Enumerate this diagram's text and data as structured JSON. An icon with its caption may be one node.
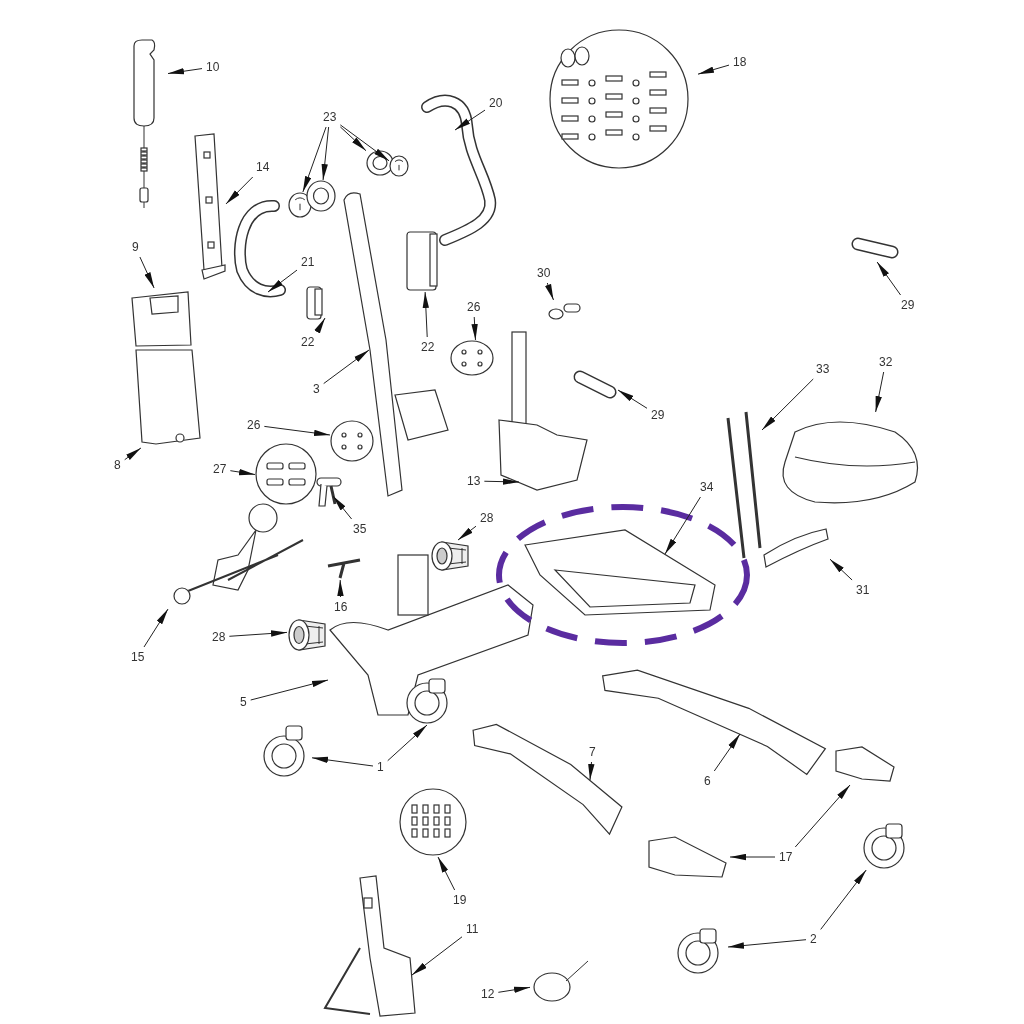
{
  "diagram": {
    "nodes": [
      {
        "text": [
          "10"
        ]
      },
      {
        "text": [],
        "shape": "picture"
      },
      {
        "text": [
          "18"
        ]
      },
      {
        "text": [],
        "shape": "picture"
      },
      {
        "text": [
          "23"
        ]
      },
      {
        "text": [],
        "shape": "picture"
      },
      {
        "text": [],
        "shape": "picture"
      },
      {
        "text": [],
        "shape": "picture"
      },
      {
        "text": [],
        "shape": "picture"
      },
      {
        "text": [
          "20"
        ]
      },
      {
        "text": [],
        "shape": "picture"
      },
      {
        "text": [
          "14"
        ]
      },
      {
        "text": [],
        "shape": "picture"
      },
      {
        "text": [
          "21"
        ]
      },
      {
        "text": [],
        "shape": "picture"
      },
      {
        "text": [
          "9"
        ]
      },
      {
        "text": [],
        "shape": "picture"
      },
      {
        "text": [
          "29"
        ]
      },
      {
        "text": [],
        "shape": "picture"
      },
      {
        "text": [
          "30"
        ]
      },
      {
        "text": [],
        "shape": "picture"
      },
      {
        "text": [
          "26"
        ]
      },
      {
        "text": [],
        "shape": "picture"
      },
      {
        "text": [
          "22"
        ]
      },
      {
        "text": [],
        "shape": "picture"
      },
      {
        "text": [
          "22"
        ]
      },
      {
        "text": [],
        "shape": "picture"
      },
      {
        "text": [
          "3"
        ]
      },
      {
        "text": [],
        "shape": "picture"
      },
      {
        "text": [
          "29"
        ]
      },
      {
        "text": [],
        "shape": "picture"
      },
      {
        "text": [
          "32"
        ]
      },
      {
        "text": [],
        "shape": "picture"
      },
      {
        "text": [
          "33"
        ]
      },
      {
        "text": [],
        "shape": "picture"
      },
      {
        "text": [
          "26"
        ]
      },
      {
        "text": [],
        "shape": "picture"
      },
      {
        "text": [
          "8"
        ]
      },
      {
        "text": [],
        "shape": "picture"
      },
      {
        "text": [
          "13"
        ]
      },
      {
        "text": [],
        "shape": "picture"
      },
      {
        "text": [
          "27"
        ]
      },
      {
        "text": [],
        "shape": "picture"
      },
      {
        "text": [
          "34"
        ]
      },
      {
        "text": [],
        "shape": "picture"
      },
      {
        "text": [
          "35"
        ]
      },
      {
        "text": [],
        "shape": "picture"
      },
      {
        "text": [
          "28"
        ]
      },
      {
        "text": [],
        "shape": "picture"
      },
      {
        "text": [
          "31"
        ]
      },
      {
        "text": [],
        "shape": "picture"
      },
      {
        "text": [
          "16"
        ]
      },
      {
        "text": [],
        "shape": "picture"
      },
      {
        "text": [
          "15"
        ]
      },
      {
        "text": [],
        "shape": "picture"
      },
      {
        "text": [
          "28"
        ]
      },
      {
        "text": [],
        "shape": "picture"
      },
      {
        "text": [
          "5"
        ]
      },
      {
        "text": [],
        "shape": "picture"
      },
      {
        "text": [
          "1"
        ]
      },
      {
        "text": [],
        "shape": "picture"
      },
      {
        "text": [],
        "shape": "picture"
      },
      {
        "text": [
          "6"
        ]
      },
      {
        "text": [],
        "shape": "picture"
      },
      {
        "text": [
          "7"
        ]
      },
      {
        "text": [],
        "shape": "picture"
      },
      {
        "text": [
          "17"
        ]
      },
      {
        "text": [],
        "shape": "picture"
      },
      {
        "text": [],
        "shape": "picture"
      },
      {
        "text": [
          "19"
        ]
      },
      {
        "text": [],
        "shape": "picture"
      },
      {
        "text": [
          "11"
        ]
      },
      {
        "text": [],
        "shape": "picture"
      },
      {
        "text": [
          "12"
        ]
      },
      {
        "text": [],
        "shape": "picture"
      },
      {
        "text": [
          "2"
        ]
      },
      {
        "text": [],
        "shape": "picture"
      },
      {
        "text": [],
        "shape": "picture"
      }
    ],
    "edges": [
      {
        "from": 0,
        "to": 1,
        "arrow": "to"
      },
      {
        "from": 2,
        "to": 3,
        "arrow": "to"
      },
      {
        "from": 4,
        "to": 5,
        "arrow": "to"
      },
      {
        "from": 4,
        "to": 6,
        "arrow": "to"
      },
      {
        "from": 4,
        "to": 7,
        "arrow": "to"
      },
      {
        "from": 4,
        "to": 8,
        "arrow": "to"
      },
      {
        "from": 9,
        "to": 10,
        "arrow": "to"
      },
      {
        "from": 11,
        "to": 12,
        "arrow": "to"
      },
      {
        "from": 13,
        "to": 14,
        "arrow": "to"
      },
      {
        "from": 15,
        "to": 16,
        "arrow": "to"
      },
      {
        "from": 17,
        "to": 18,
        "arrow": "to"
      },
      {
        "from": 19,
        "to": 20,
        "arrow": "to"
      },
      {
        "from": 21,
        "to": 22,
        "arrow": "to"
      },
      {
        "from": 23,
        "to": 24,
        "arrow": "to"
      },
      {
        "from": 25,
        "to": 26,
        "arrow": "to"
      },
      {
        "from": 27,
        "to": 28,
        "arrow": "to"
      },
      {
        "from": 29,
        "to": 30,
        "arrow": "to"
      },
      {
        "from": 31,
        "to": 32,
        "arrow": "to"
      },
      {
        "from": 33,
        "to": 34,
        "arrow": "to"
      },
      {
        "from": 35,
        "to": 36,
        "arrow": "to"
      },
      {
        "from": 37,
        "to": 38,
        "arrow": "to"
      },
      {
        "from": 39,
        "to": 40,
        "arrow": "to"
      },
      {
        "from": 41,
        "to": 42,
        "arrow": "to"
      },
      {
        "from": 43,
        "to": 44,
        "arrow": "to"
      },
      {
        "from": 45,
        "to": 46,
        "arrow": "to"
      },
      {
        "from": 47,
        "to": 48,
        "arrow": "to"
      },
      {
        "from": 49,
        "to": 50,
        "arrow": "to"
      },
      {
        "from": 51,
        "to": 52,
        "arrow": "to"
      },
      {
        "from": 53,
        "to": 54,
        "arrow": "to"
      },
      {
        "from": 55,
        "to": 56,
        "arrow": "to"
      },
      {
        "from": 57,
        "to": 58,
        "arrow": "to"
      },
      {
        "from": 59,
        "to": 60,
        "arrow": "to"
      },
      {
        "from": 59,
        "to": 61,
        "arrow": "to"
      },
      {
        "from": 62,
        "to": 63,
        "arrow": "to"
      },
      {
        "from": 64,
        "to": 65,
        "arrow": "to"
      },
      {
        "from": 66,
        "to": 67,
        "arrow": "to"
      },
      {
        "from": 66,
        "to": 68,
        "arrow": "to"
      },
      {
        "from": 69,
        "to": 70,
        "arrow": "to"
      },
      {
        "from": 71,
        "to": 72,
        "arrow": "to"
      },
      {
        "from": 73,
        "to": 74,
        "arrow": "to"
      },
      {
        "from": 75,
        "to": 76,
        "arrow": "to"
      },
      {
        "from": 75,
        "to": 77,
        "arrow": "to"
      }
    ]
  }
}
